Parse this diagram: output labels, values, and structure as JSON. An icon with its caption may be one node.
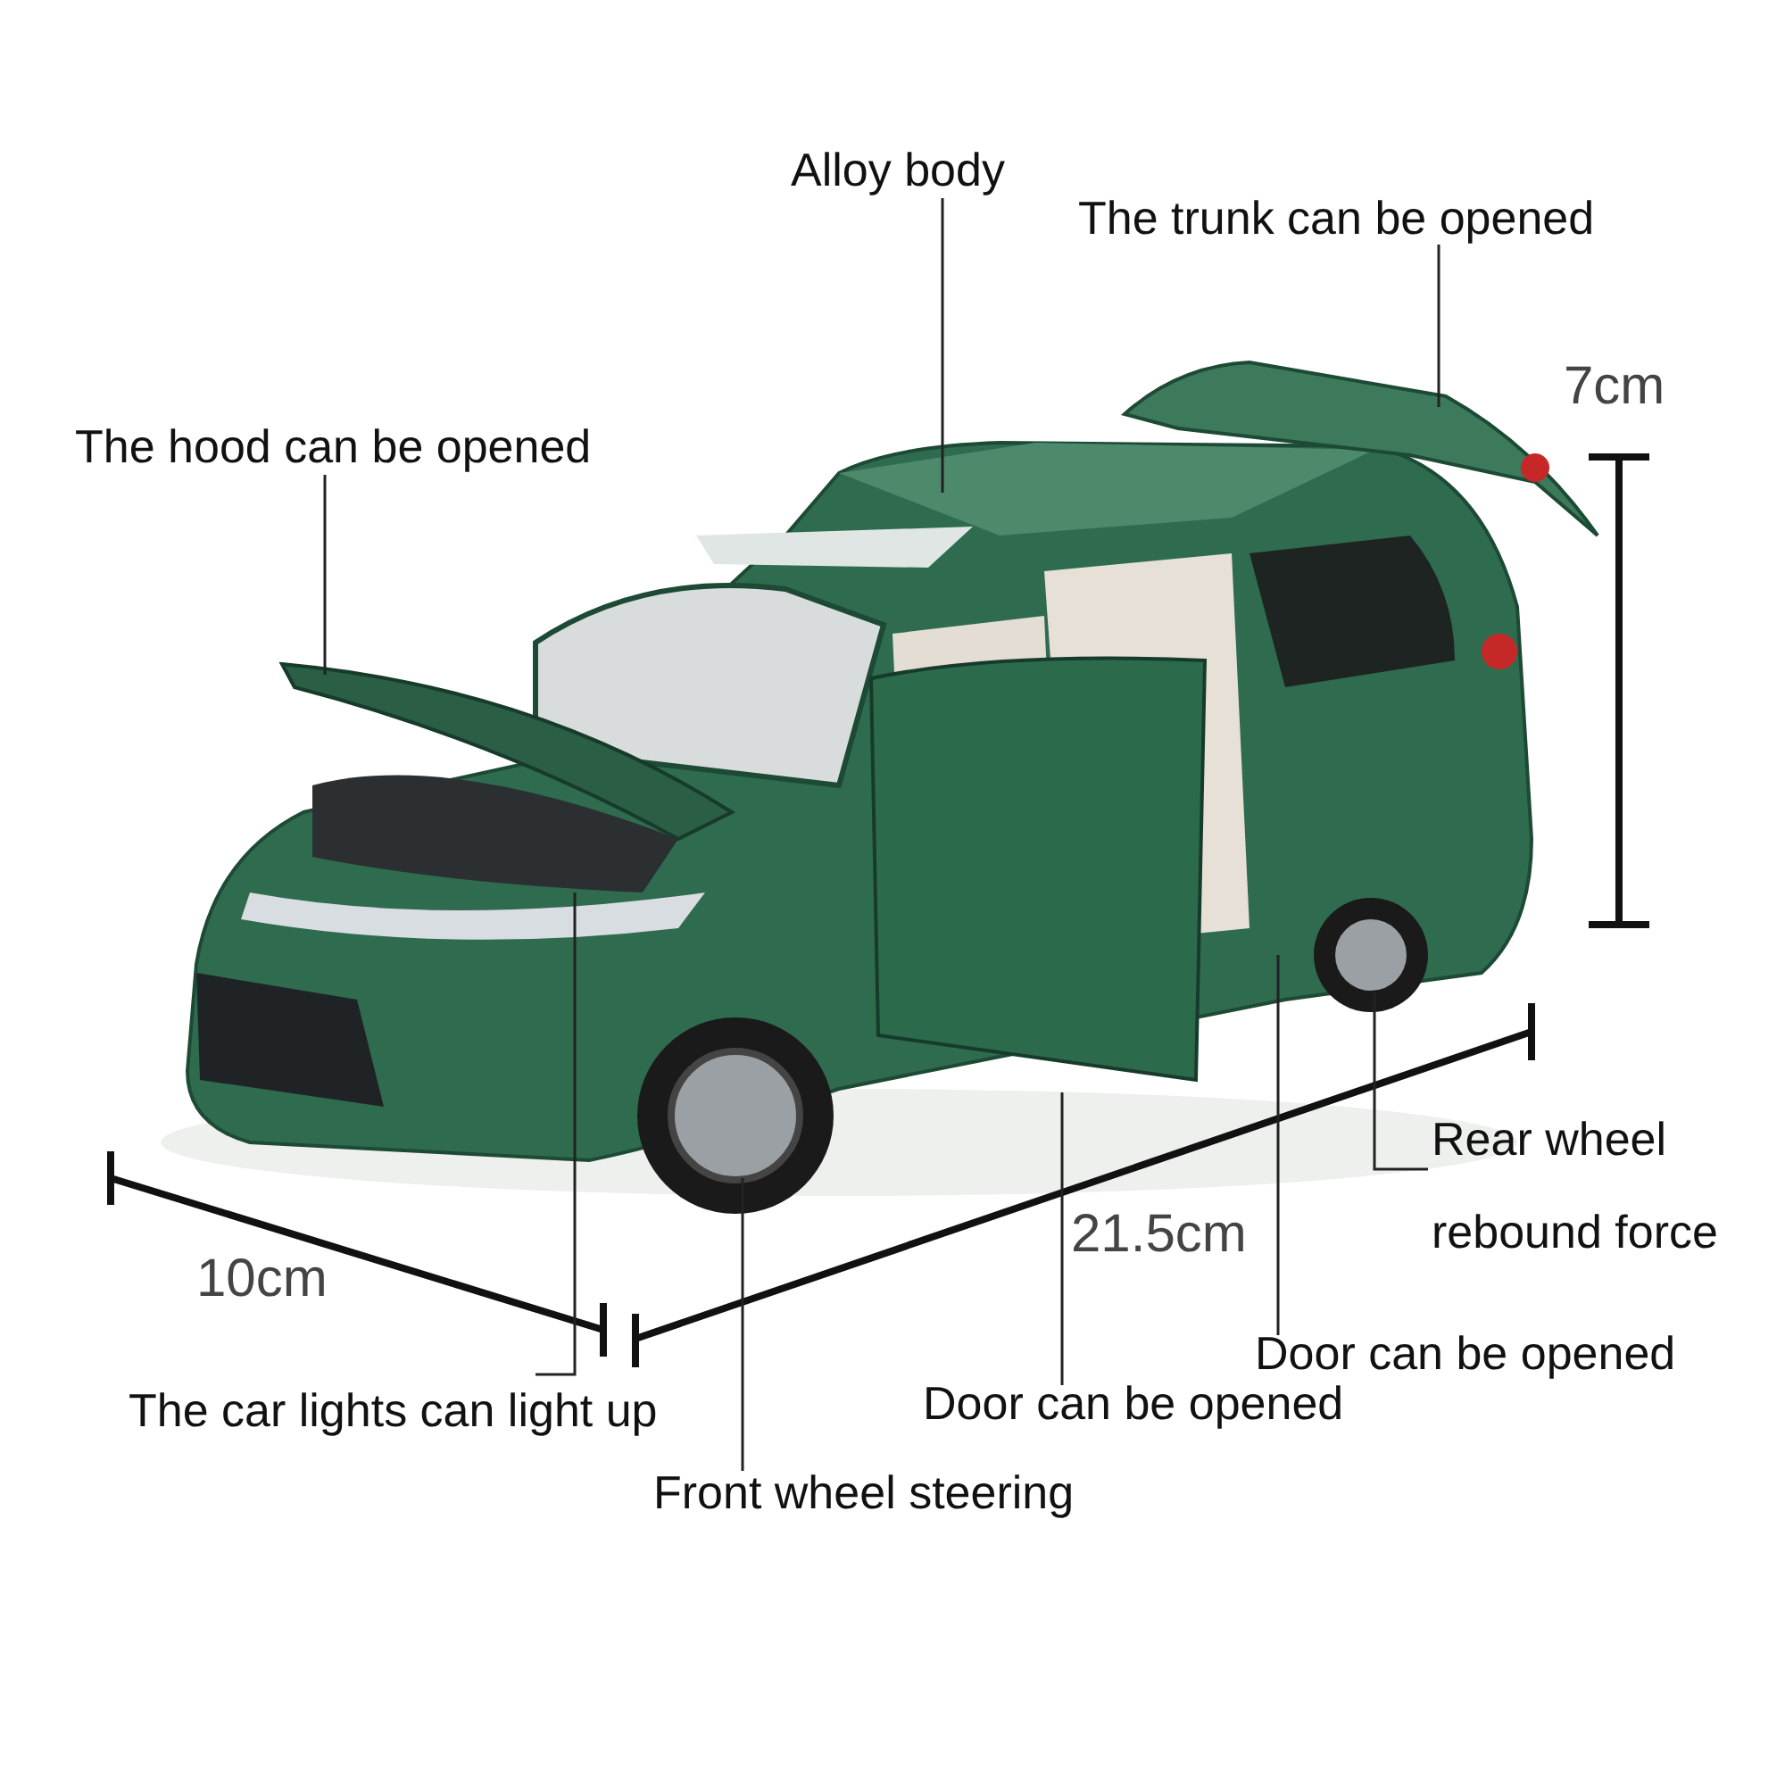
{
  "diagram": {
    "nodes": [
      {
        "text": [
          "Alloy body"
        ]
      },
      {
        "text": [
          "The trunk can be opened"
        ]
      },
      {
        "text": [
          "The hood can be opened"
        ]
      },
      {
        "text": [
          "Rear wheel rebound force"
        ]
      },
      {
        "text": [
          "Door can be opened"
        ]
      },
      {
        "text": [
          "The car lights can light up"
        ]
      },
      {
        "text": [
          "Door can be opened"
        ]
      },
      {
        "text": [
          "Front wheel steering"
        ]
      }
    ],
    "edges": [
      {
        "from": 0,
        "to": null,
        "arrow": "none"
      },
      {
        "from": 1,
        "to": null,
        "arrow": "none"
      },
      {
        "from": 2,
        "to": null,
        "arrow": "none"
      },
      {
        "from": 3,
        "to": null,
        "arrow": "none"
      },
      {
        "from": 4,
        "to": null,
        "arrow": "none"
      },
      {
        "from": 5,
        "to": null,
        "arrow": "none"
      },
      {
        "from": 6,
        "to": null,
        "arrow": "none"
      },
      {
        "from": 7,
        "to": null,
        "arrow": "none"
      }
    ],
    "labels": [
      "7cm",
      "10cm",
      "21.5cm"
    ]
  }
}
